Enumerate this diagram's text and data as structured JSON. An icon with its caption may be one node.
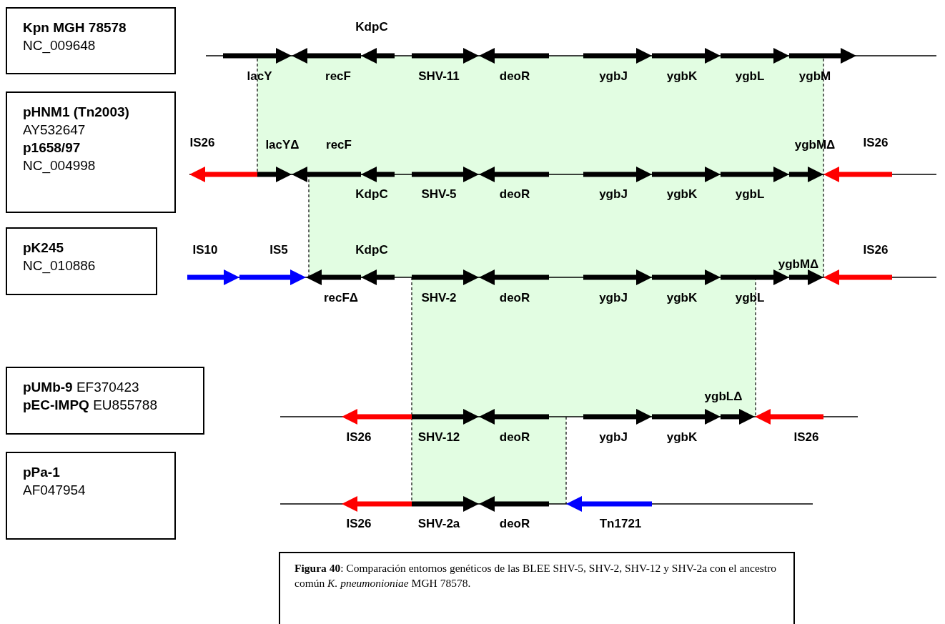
{
  "diagram": {
    "caption": "**Figura 40**: Comparación entornos genéticos de las BLEE SHV-5, SHV-2, SHV-12 y SHV-2a con el ancestro común *K. pneumonioniae* MGH 78578.",
    "nodes": [
      {
        "text": [
          "Kpn MGH 78578",
          "NC_009648"
        ]
      },
      {
        "text": [
          "pHNM1 (Tn2003)",
          "AY532647",
          "p1658/97",
          "NC_004998"
        ]
      },
      {
        "text": [
          "pK245",
          "NC_010886"
        ]
      },
      {
        "text": [
          "**pUMb-9** EF370423",
          "**pEC-IMPQ** EU855788"
        ]
      },
      {
        "text": [
          "pPa-1",
          "AF047954"
        ]
      }
    ],
    "labels": [
      "KdpC",
      "lacY",
      "recF",
      "SHV-11",
      "deoR",
      "ygbJ",
      "ygbK",
      "ygbL",
      "ygbM",
      "IS26",
      "lacYΔ",
      "recF",
      "ygbMΔ",
      "IS26",
      "KdpC",
      "SHV-5",
      "deoR",
      "ygbJ",
      "ygbK",
      "ygbL",
      "IS10",
      "IS5",
      "KdpC",
      "ygbMΔ",
      "IS26",
      "recFΔ",
      "SHV-2",
      "deoR",
      "ygbJ",
      "ygbK",
      "ygbL",
      "ygbLΔ",
      "IS26",
      "SHV-12",
      "deoR",
      "ygbJ",
      "ygbK",
      "IS26",
      "IS26",
      "SHV-2a",
      "deoR",
      "Tn1721"
    ]
  }
}
